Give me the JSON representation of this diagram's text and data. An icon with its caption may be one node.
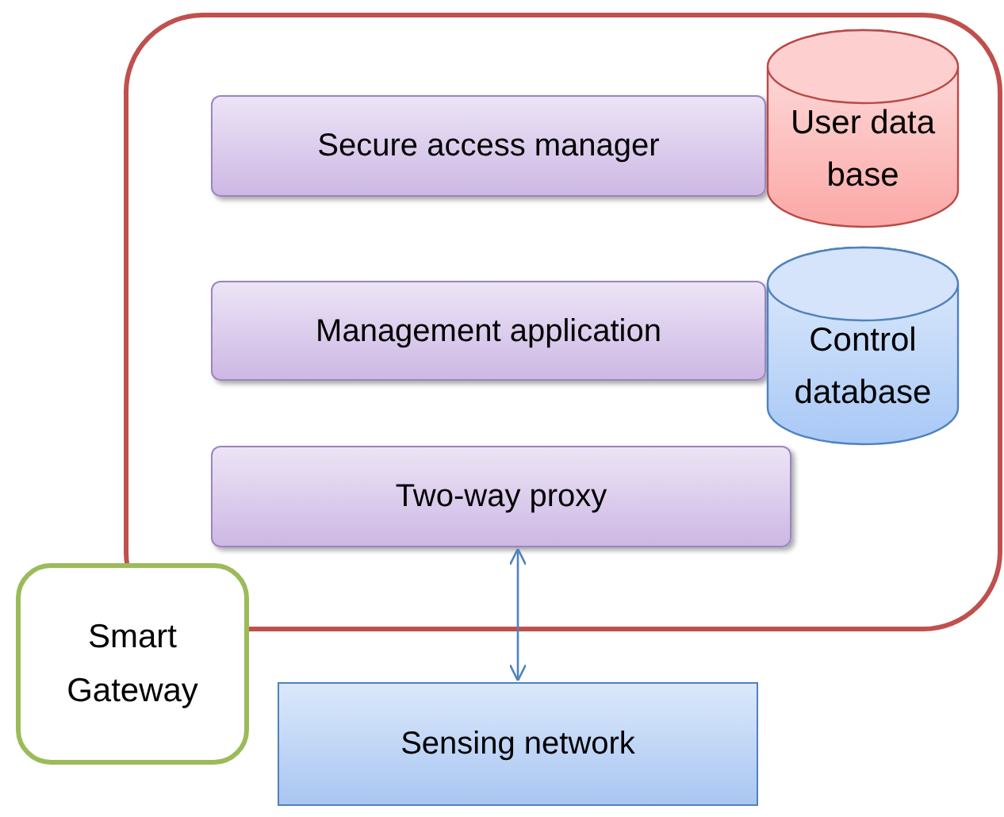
{
  "diagram": {
    "nodes": [
      {
        "text": [],
        "shape": "box"
      },
      {
        "text": [
          "Secure access manager"
        ],
        "in": 0
      },
      {
        "text": [
          "User data base"
        ],
        "in": 0
      },
      {
        "text": [
          "Management application"
        ],
        "in": 0
      },
      {
        "text": [
          "Control database"
        ],
        "in": 0
      },
      {
        "text": [
          "Two-way proxy"
        ],
        "in": 0
      },
      {
        "text": [
          "Smart Gateway"
        ]
      },
      {
        "text": [
          "Sensing network"
        ]
      }
    ],
    "edges": [
      {
        "from": 5,
        "to": 7,
        "arrow": "both"
      }
    ]
  }
}
